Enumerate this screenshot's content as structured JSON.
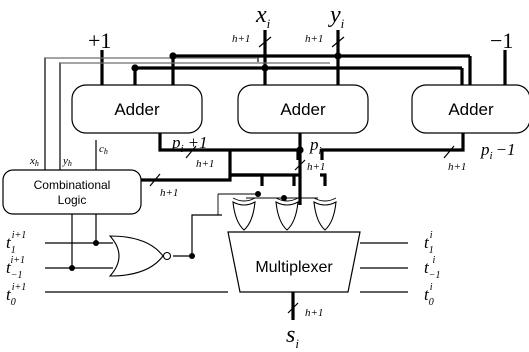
{
  "blocks": {
    "adder_left": "Adder",
    "adder_mid": "Adder",
    "adder_right": "Adder",
    "comb_line1": "Combinational",
    "comb_line2": "Logic",
    "mux": "Multiplexer"
  },
  "inputs": {
    "plus_one": "+1",
    "minus_one": "−1",
    "x_main": "x",
    "x_sub": "i",
    "y_main": "y",
    "y_sub": "i"
  },
  "widths": {
    "h_plus_1": "h+1"
  },
  "signals": {
    "p": "p",
    "p_sub": "i",
    "p_plus": "+1",
    "p_minus": "−1",
    "xh_main": "x",
    "xh_sub": "h",
    "yh_main": "y",
    "yh_sub": "h",
    "ch_main": "c",
    "ch_sub": "h",
    "t": "t",
    "t_sup_next": "i+1",
    "t_sup_cur": "i",
    "t_sub_1": "1",
    "t_sub_neg1": "−1",
    "t_sub_0": "0",
    "s_main": "s",
    "s_sub": "i"
  }
}
